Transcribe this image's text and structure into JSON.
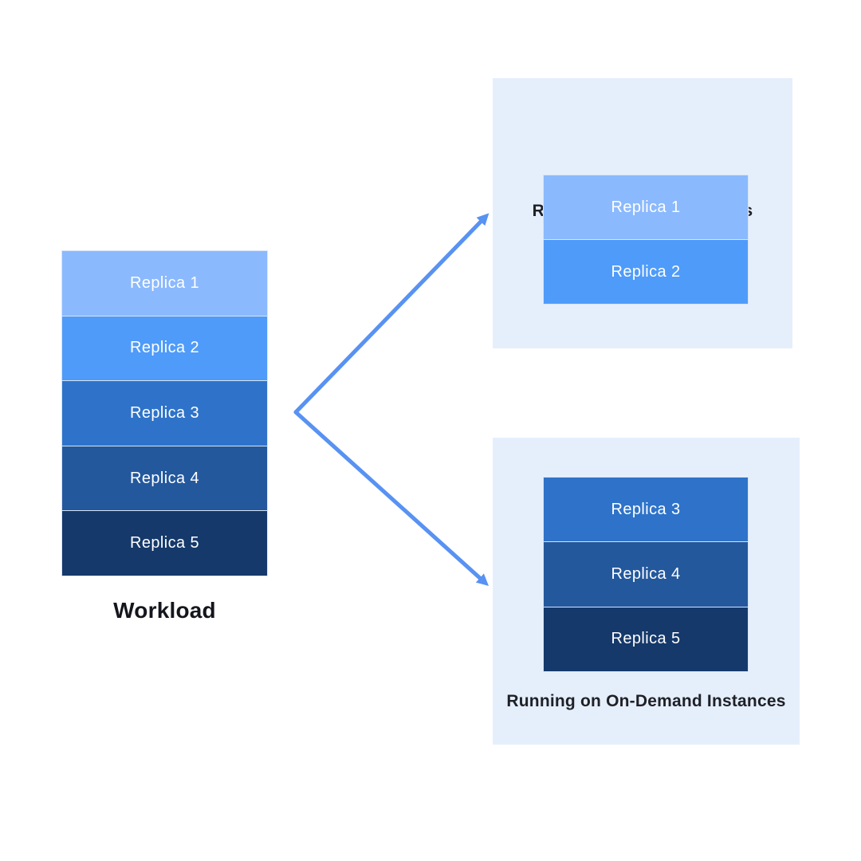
{
  "workload": {
    "title": "Workload",
    "replicas": [
      {
        "label": "Replica 1",
        "color": "#8bb9fd"
      },
      {
        "label": "Replica 2",
        "color": "#4f9bf9"
      },
      {
        "label": "Replica 3",
        "color": "#2e73c9"
      },
      {
        "label": "Replica 4",
        "color": "#24589d"
      },
      {
        "label": "Replica 5",
        "color": "#15396b"
      }
    ]
  },
  "panels": {
    "spot": {
      "title": "Running on Spot Instances",
      "replica_labels": [
        "Replica 1",
        "Replica 2"
      ]
    },
    "ondemand": {
      "title": "Running on On-Demand Instances",
      "replica_labels": [
        "Replica 3",
        "Replica 4",
        "Replica 5"
      ]
    }
  },
  "colors": {
    "page_background": "#ffffff",
    "panel_background": "#e5effc",
    "arrow": "#5892f2",
    "heading_text": "#1f2026",
    "replica_text": "#ffffff"
  }
}
